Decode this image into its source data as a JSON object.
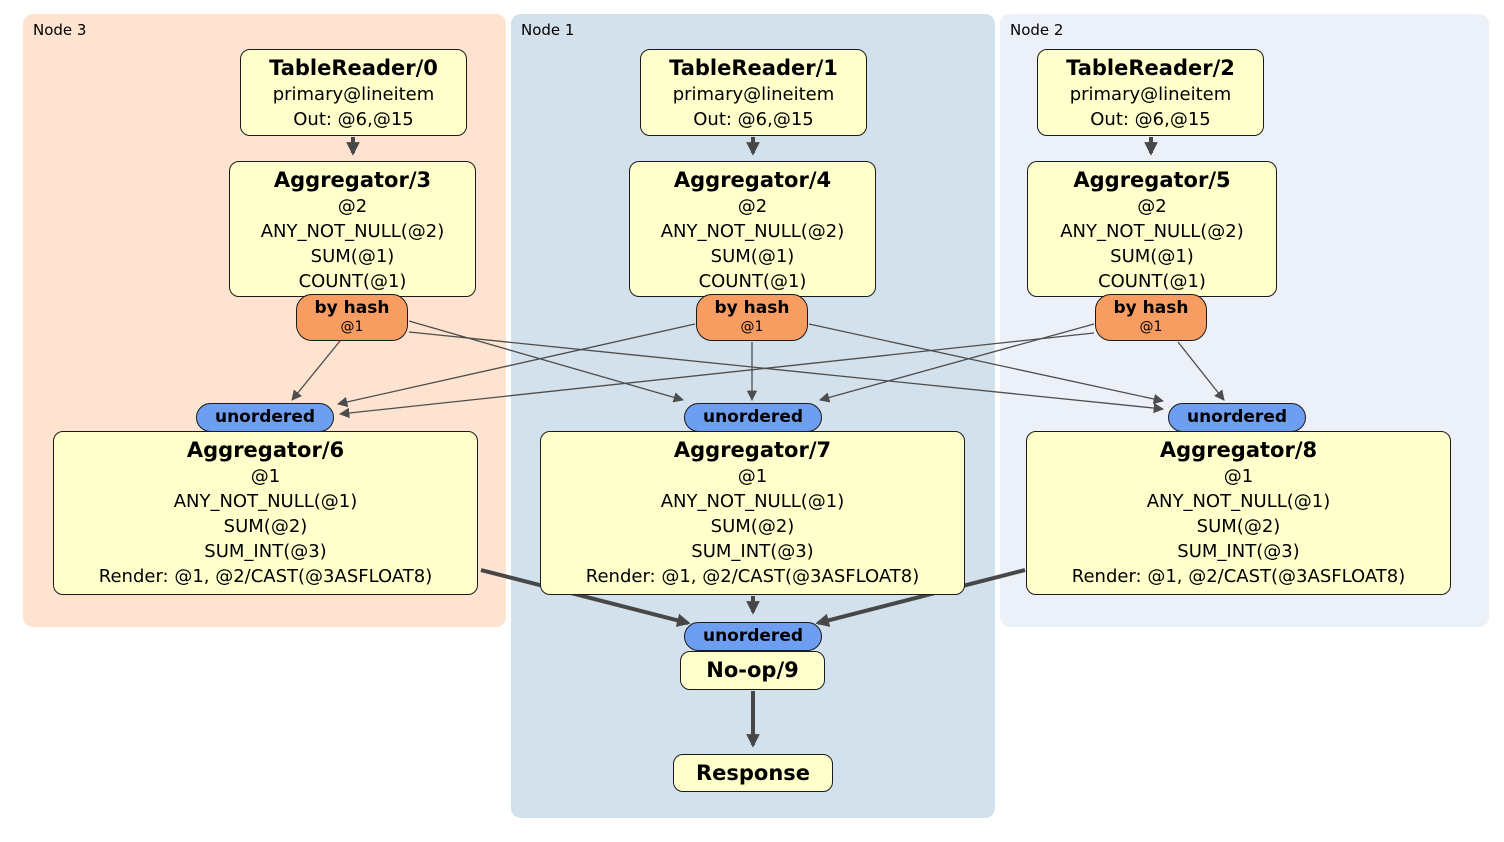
{
  "panels": [
    {
      "label": "Node 3"
    },
    {
      "label": "Node 1"
    },
    {
      "label": "Node 2"
    }
  ],
  "processors": {
    "tr0": {
      "title": "TableReader/0",
      "lines": [
        "primary@lineitem",
        "Out: @6,@15"
      ]
    },
    "tr1": {
      "title": "TableReader/1",
      "lines": [
        "primary@lineitem",
        "Out: @6,@15"
      ]
    },
    "tr2": {
      "title": "TableReader/2",
      "lines": [
        "primary@lineitem",
        "Out: @6,@15"
      ]
    },
    "agg3": {
      "title": "Aggregator/3",
      "lines": [
        "@2",
        "ANY_NOT_NULL(@2)",
        "SUM(@1)",
        "COUNT(@1)"
      ]
    },
    "agg4": {
      "title": "Aggregator/4",
      "lines": [
        "@2",
        "ANY_NOT_NULL(@2)",
        "SUM(@1)",
        "COUNT(@1)"
      ]
    },
    "agg5": {
      "title": "Aggregator/5",
      "lines": [
        "@2",
        "ANY_NOT_NULL(@2)",
        "SUM(@1)",
        "COUNT(@1)"
      ]
    },
    "agg6": {
      "title": "Aggregator/6",
      "lines": [
        "@1",
        "ANY_NOT_NULL(@1)",
        "SUM(@2)",
        "SUM_INT(@3)",
        "Render: @1, @2/CAST(@3ASFLOAT8)"
      ]
    },
    "agg7": {
      "title": "Aggregator/7",
      "lines": [
        "@1",
        "ANY_NOT_NULL(@1)",
        "SUM(@2)",
        "SUM_INT(@3)",
        "Render: @1, @2/CAST(@3ASFLOAT8)"
      ]
    },
    "agg8": {
      "title": "Aggregator/8",
      "lines": [
        "@1",
        "ANY_NOT_NULL(@1)",
        "SUM(@2)",
        "SUM_INT(@3)",
        "Render: @1, @2/CAST(@3ASFLOAT8)"
      ]
    },
    "noop": {
      "title": "No-op/9"
    },
    "response": {
      "title": "Response"
    }
  },
  "router": {
    "label": "by hash",
    "detail": "@1"
  },
  "sync": {
    "label": "unordered"
  },
  "edges": {
    "hash_mesh": [
      {
        "from": "by-hash-3",
        "to": "unordered-sync-6"
      },
      {
        "from": "by-hash-3",
        "to": "unordered-sync-7"
      },
      {
        "from": "by-hash-3",
        "to": "unordered-sync-8"
      },
      {
        "from": "by-hash-4",
        "to": "unordered-sync-6"
      },
      {
        "from": "by-hash-4",
        "to": "unordered-sync-7"
      },
      {
        "from": "by-hash-4",
        "to": "unordered-sync-8"
      },
      {
        "from": "by-hash-5",
        "to": "unordered-sync-6"
      },
      {
        "from": "by-hash-5",
        "to": "unordered-sync-7"
      },
      {
        "from": "by-hash-5",
        "to": "unordered-sync-8"
      }
    ],
    "flow": [
      {
        "from": "TableReader/0",
        "to": "Aggregator/3"
      },
      {
        "from": "TableReader/1",
        "to": "Aggregator/4"
      },
      {
        "from": "TableReader/2",
        "to": "Aggregator/5"
      },
      {
        "from": "Aggregator/6",
        "to": "unordered-sync-9"
      },
      {
        "from": "Aggregator/7",
        "to": "unordered-sync-9"
      },
      {
        "from": "Aggregator/8",
        "to": "unordered-sync-9"
      },
      {
        "from": "No-op/9",
        "to": "Response"
      }
    ]
  },
  "colors": {
    "panel_node3": "#fde3d0",
    "panel_node1": "#d2e1ec",
    "panel_node2": "#ecf0f8",
    "processor_fill": "#ffffcc",
    "router_fill": "#f79d62",
    "sync_fill": "#6d9ef2",
    "edge": "#4d4d4d",
    "border": "#1b1b1b"
  }
}
